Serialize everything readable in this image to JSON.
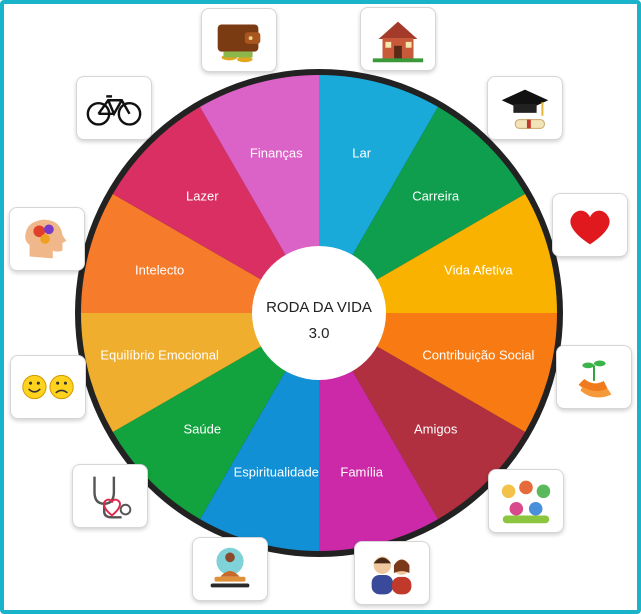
{
  "center": {
    "line1": "RODA DA VIDA",
    "line2": "3.0"
  },
  "segments": [
    {
      "label": "Lar",
      "color": "#19aad9"
    },
    {
      "label": "Carreira",
      "color": "#0e9e4e"
    },
    {
      "label": "Vida Afetiva",
      "color": "#f9b200"
    },
    {
      "label": "Contribuição Social",
      "color": "#f77b12"
    },
    {
      "label": "Amigos",
      "color": "#b0303f"
    },
    {
      "label": "Família",
      "color": "#cc29a8"
    },
    {
      "label": "Espiritualidade",
      "color": "#1190d5"
    },
    {
      "label": "Saúde",
      "color": "#12a33e"
    },
    {
      "label": "Equilíbrio Emocional",
      "color": "#efae2e"
    },
    {
      "label": "Intelecto",
      "color": "#f67b2a"
    },
    {
      "label": "Lazer",
      "color": "#da2f62"
    },
    {
      "label": "Finanças",
      "color": "#db62c7"
    }
  ],
  "icons": [
    {
      "name": "house-icon"
    },
    {
      "name": "graduation-cap-icon"
    },
    {
      "name": "heart-icon"
    },
    {
      "name": "hands-sprout-icon"
    },
    {
      "name": "friends-group-icon"
    },
    {
      "name": "family-icon"
    },
    {
      "name": "meditation-icon"
    },
    {
      "name": "stethoscope-icon"
    },
    {
      "name": "smiley-faces-icon"
    },
    {
      "name": "brain-gears-icon"
    },
    {
      "name": "bicycle-icon"
    },
    {
      "name": "wallet-money-icon"
    }
  ]
}
